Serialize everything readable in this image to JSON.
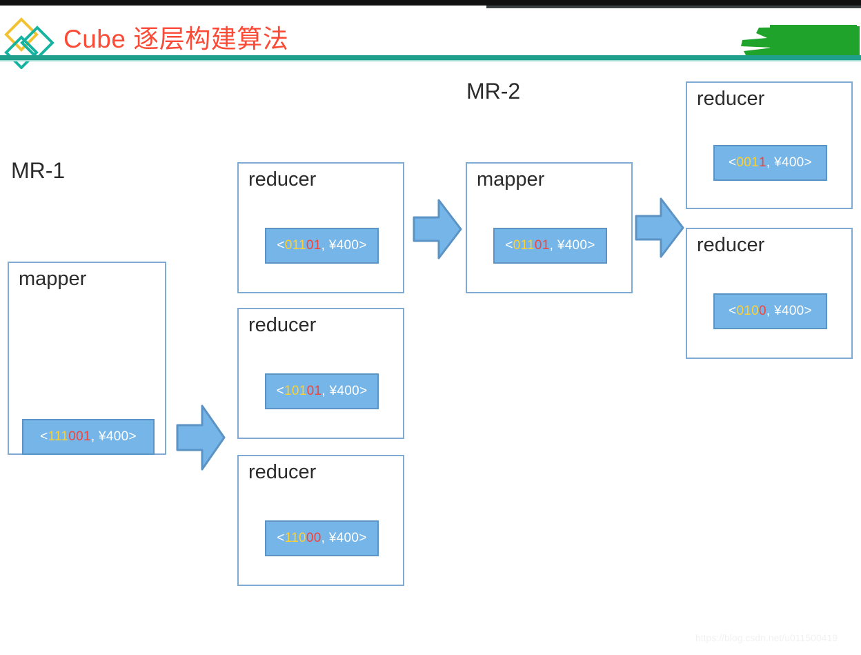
{
  "header": {
    "title": "Cube 逐层构建算法",
    "logo_name": "kylin-diamond-logo",
    "rule_color": "#20a08c",
    "title_color": "#fb4a36",
    "redaction_color": "#20a32a"
  },
  "diagram": {
    "phases": [
      {
        "id": "mr1",
        "label": "MR-1"
      },
      {
        "id": "mr2",
        "label": "MR-2"
      }
    ],
    "nodes": [
      {
        "id": "mr1-mapper",
        "role": "mapper",
        "title": "mapper",
        "chip": {
          "text": "<111001, ¥400>",
          "segments": [
            {
              "t": "<",
              "c": "w"
            },
            {
              "t": "111",
              "c": "y"
            },
            {
              "t": "001",
              "c": "r"
            },
            {
              "t": ", ¥400>",
              "c": "w"
            }
          ]
        }
      },
      {
        "id": "mr1-reducer-1",
        "role": "reducer",
        "title": "reducer",
        "chip": {
          "text": "<01101, ¥400>",
          "segments": [
            {
              "t": "<",
              "c": "w"
            },
            {
              "t": "011",
              "c": "y"
            },
            {
              "t": "01",
              "c": "r"
            },
            {
              "t": ", ¥400>",
              "c": "w"
            }
          ]
        }
      },
      {
        "id": "mr1-reducer-2",
        "role": "reducer",
        "title": "reducer",
        "chip": {
          "text": "<10101, ¥400>",
          "segments": [
            {
              "t": "<",
              "c": "w"
            },
            {
              "t": "101",
              "c": "y"
            },
            {
              "t": "01",
              "c": "r"
            },
            {
              "t": ", ¥400>",
              "c": "w"
            }
          ]
        }
      },
      {
        "id": "mr1-reducer-3",
        "role": "reducer",
        "title": "reducer",
        "chip": {
          "text": "<11000, ¥400>",
          "segments": [
            {
              "t": "<",
              "c": "w"
            },
            {
              "t": "110",
              "c": "y"
            },
            {
              "t": "00",
              "c": "r"
            },
            {
              "t": ", ¥400>",
              "c": "w"
            }
          ]
        }
      },
      {
        "id": "mr2-mapper",
        "role": "mapper",
        "title": "mapper",
        "chip": {
          "text": "<01101, ¥400>",
          "segments": [
            {
              "t": "<",
              "c": "w"
            },
            {
              "t": "011",
              "c": "y"
            },
            {
              "t": "01",
              "c": "r"
            },
            {
              "t": ", ¥400>",
              "c": "w"
            }
          ]
        }
      },
      {
        "id": "mr2-reducer-1",
        "role": "reducer",
        "title": "reducer",
        "chip": {
          "text": "<0011, ¥400>",
          "segments": [
            {
              "t": "<",
              "c": "w"
            },
            {
              "t": "001",
              "c": "y"
            },
            {
              "t": "1",
              "c": "r"
            },
            {
              "t": ", ¥400>",
              "c": "w"
            }
          ]
        }
      },
      {
        "id": "mr2-reducer-2",
        "role": "reducer",
        "title": "reducer",
        "chip": {
          "text": "<0100, ¥400>",
          "segments": [
            {
              "t": "<",
              "c": "w"
            },
            {
              "t": "010",
              "c": "y"
            },
            {
              "t": "0",
              "c": "r"
            },
            {
              "t": ", ¥400>",
              "c": "w"
            }
          ]
        }
      }
    ],
    "arrows": [
      {
        "id": "arrow-mapper-to-reducers",
        "from": "mr1-mapper",
        "to": "mr1-reducers"
      },
      {
        "id": "arrow-reducer-to-mapper",
        "from": "mr1-reducer-1",
        "to": "mr2-mapper"
      },
      {
        "id": "arrow-mapper-to-reducers-2",
        "from": "mr2-mapper",
        "to": "mr2-reducers"
      }
    ],
    "colors": {
      "node_border": "#7faad4",
      "chip_fill": "#76b5e8",
      "chip_border": "#5b93c4",
      "key_yellow": "#ffd12e",
      "key_red": "#f0453a",
      "arrow_fill": "#76b5e8",
      "arrow_border": "#5b93c4"
    }
  },
  "watermark": {
    "text": "https://blog.csdn.net/u011500419"
  }
}
